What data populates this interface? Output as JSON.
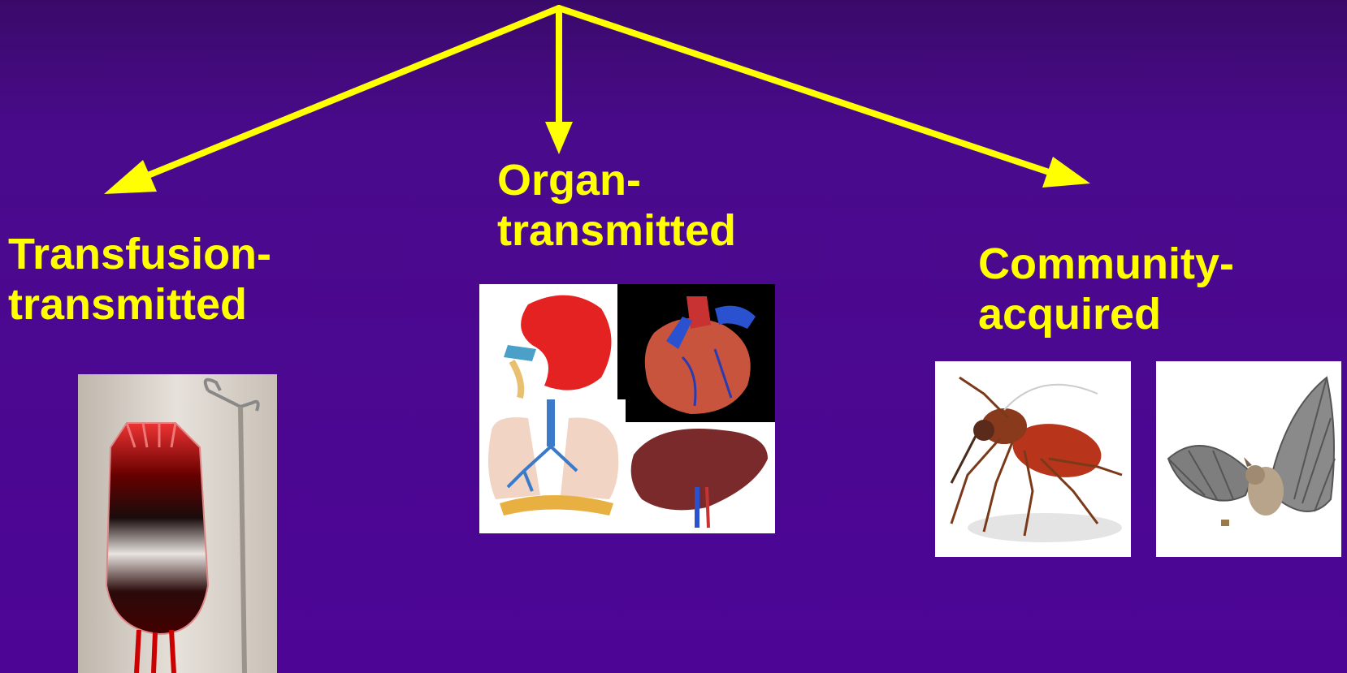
{
  "categories": {
    "transfusion": {
      "line1": "Transfusion-",
      "line2": "transmitted",
      "image": "blood-transfusion-bag"
    },
    "organ": {
      "line1": "Organ-",
      "line2": "transmitted",
      "images": [
        "kidney",
        "heart",
        "lungs",
        "liver"
      ]
    },
    "community": {
      "line1": "Community-",
      "line2": "acquired",
      "images": [
        "mosquito",
        "bat"
      ]
    }
  },
  "colors": {
    "accent": "#ffff00",
    "background": "#4a0a8c"
  }
}
